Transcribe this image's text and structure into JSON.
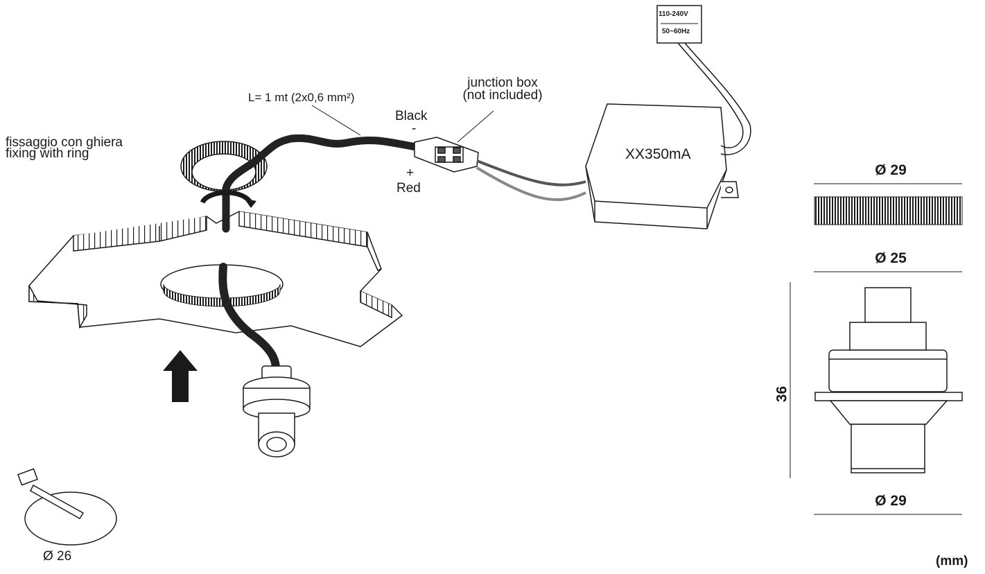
{
  "labels": {
    "cable_spec": "L= 1 mt (2x0,6 mm²)",
    "junction_box_line1": "junction box",
    "junction_box_line2": "(not included)",
    "black": "Black",
    "minus": "-",
    "plus": "+",
    "red": "Red",
    "fixing_it": "fissaggio con ghiera",
    "fixing_en": "fixing with ring",
    "driver": "XX350mA",
    "voltage": "110-240V",
    "frequency": "50~60Hz",
    "hole_diameter": "Ø 26",
    "ring_diameter": "Ø 29",
    "top_diameter": "Ø 25",
    "bottom_diameter": "Ø 29",
    "height": "36",
    "unit": "(mm)"
  },
  "colors": {
    "line": "#1a1a1a",
    "cable": "#222222"
  }
}
